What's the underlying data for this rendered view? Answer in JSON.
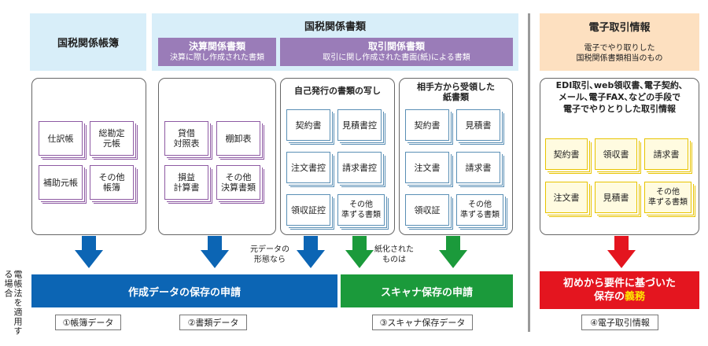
{
  "headers": {
    "ledger": "国税関係帳簿",
    "documents": "国税関係書類",
    "settlement": {
      "title": "決算関係書類",
      "sub": "決算に際し作成された書類"
    },
    "transaction": {
      "title": "取引関係書類",
      "sub": "取引に関し作成された書面(紙)による書類"
    },
    "electronic": {
      "title": "電子取引情報",
      "sub1": "電子でやり取りした",
      "sub2": "国税関係書類相当のもの"
    }
  },
  "panels": {
    "ledger_docs": [
      {
        "l1": "仕訳帳",
        "l2": ""
      },
      {
        "l1": "総勘定",
        "l2": "元帳"
      },
      {
        "l1": "補助元帳",
        "l2": ""
      },
      {
        "l1": "その他",
        "l2": "帳簿"
      }
    ],
    "settlement_docs": [
      {
        "l1": "貸借",
        "l2": "対照表"
      },
      {
        "l1": "棚卸表",
        "l2": ""
      },
      {
        "l1": "損益",
        "l2": "計算書"
      },
      {
        "l1": "その他",
        "l2": "決算書類"
      }
    ],
    "self_issued": {
      "title": "自己発行の書類の写し",
      "docs": [
        {
          "l1": "契約書",
          "l2": ""
        },
        {
          "l1": "見積書控",
          "l2": ""
        },
        {
          "l1": "注文書控",
          "l2": ""
        },
        {
          "l1": "請求書控",
          "l2": ""
        },
        {
          "l1": "領収証控",
          "l2": ""
        },
        {
          "l1": "その他",
          "l2": "準ずる書類"
        }
      ]
    },
    "received": {
      "title1": "相手方から受領した",
      "title2": "紙書類",
      "docs": [
        {
          "l1": "契約書",
          "l2": ""
        },
        {
          "l1": "見積書",
          "l2": ""
        },
        {
          "l1": "注文書",
          "l2": ""
        },
        {
          "l1": "請求書",
          "l2": ""
        },
        {
          "l1": "領収証",
          "l2": ""
        },
        {
          "l1": "その他",
          "l2": "準ずる書類"
        }
      ]
    },
    "electronic": {
      "title1": "EDI取引､web領収書､電子契約､",
      "title2": "メール､電子FAX､などの手段で",
      "title3": "電子でやりとりした取引情報",
      "docs": [
        {
          "l1": "契約書",
          "l2": ""
        },
        {
          "l1": "領収書",
          "l2": ""
        },
        {
          "l1": "請求書",
          "l2": ""
        },
        {
          "l1": "注文書",
          "l2": ""
        },
        {
          "l1": "見積書",
          "l2": ""
        },
        {
          "l1": "その他",
          "l2": "準ずる書類"
        }
      ]
    }
  },
  "notes": {
    "original_data": {
      "l1": "元データの",
      "l2": "形態なら"
    },
    "digitized": {
      "l1": "紙化された",
      "l2": "ものは"
    }
  },
  "side_label": "電帳法を適用する場合",
  "bars": {
    "creation": "作成データの保存の申請",
    "scanner": "スキャナ保存の申請",
    "mandatory1": "初めから要件に基づいた",
    "mandatory2": "保存の",
    "mandatory_em": "義務"
  },
  "labels": {
    "l1": "①帳簿データ",
    "l2": "②書類データ",
    "l3": "③スキャナ保存データ",
    "l4": "④電子取引情報"
  },
  "colors": {
    "header_bg": "#d8eef9",
    "purple": "#9a7cb8",
    "electronic_header": "#fde0c0",
    "blue": "#0c65b4",
    "green": "#1b9a3b",
    "red": "#e4151f",
    "yellow_em": "#ffe400"
  }
}
